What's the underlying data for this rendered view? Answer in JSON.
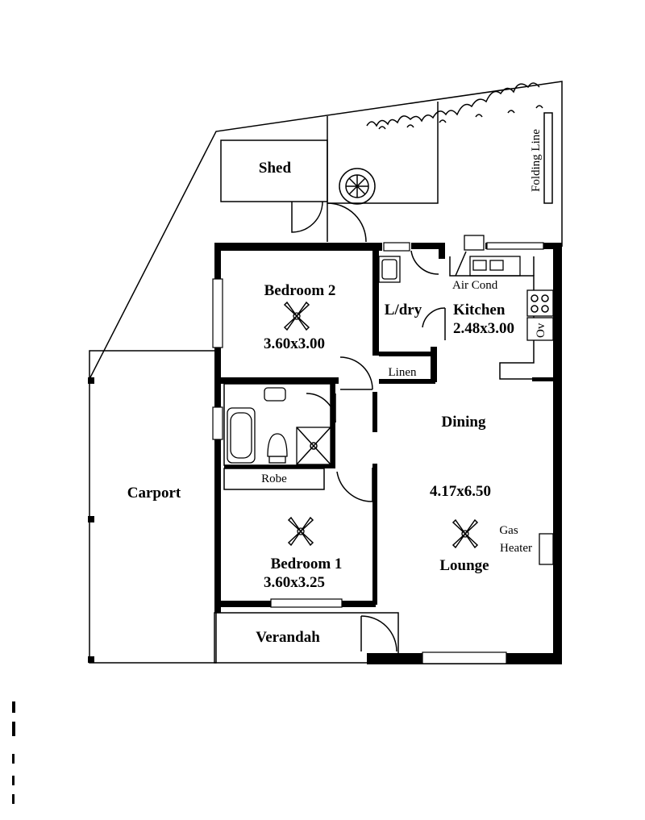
{
  "rooms": {
    "shed": "Shed",
    "bedroom2": "Bedroom 2",
    "bedroom2_size": "3.60x3.00",
    "laundry": "L/dry",
    "kitchen": "Kitchen",
    "kitchen_size": "2.48x3.00",
    "air_cond": "Air Cond",
    "linen": "Linen",
    "dining": "Dining",
    "carport": "Carport",
    "robe": "Robe",
    "living_size": "4.17x6.50",
    "gas_heater_line1": "Gas",
    "gas_heater_line2": "Heater",
    "lounge": "Lounge",
    "bedroom1": "Bedroom 1",
    "bedroom1_size": "3.60x3.25",
    "verandah": "Verandah",
    "oven": "Ov",
    "folding_line": "Folding Line"
  },
  "icons": {
    "ceiling_fan": "ceiling-fan-icon",
    "tree": "tree-icon",
    "shrubs": "shrub-icon"
  }
}
